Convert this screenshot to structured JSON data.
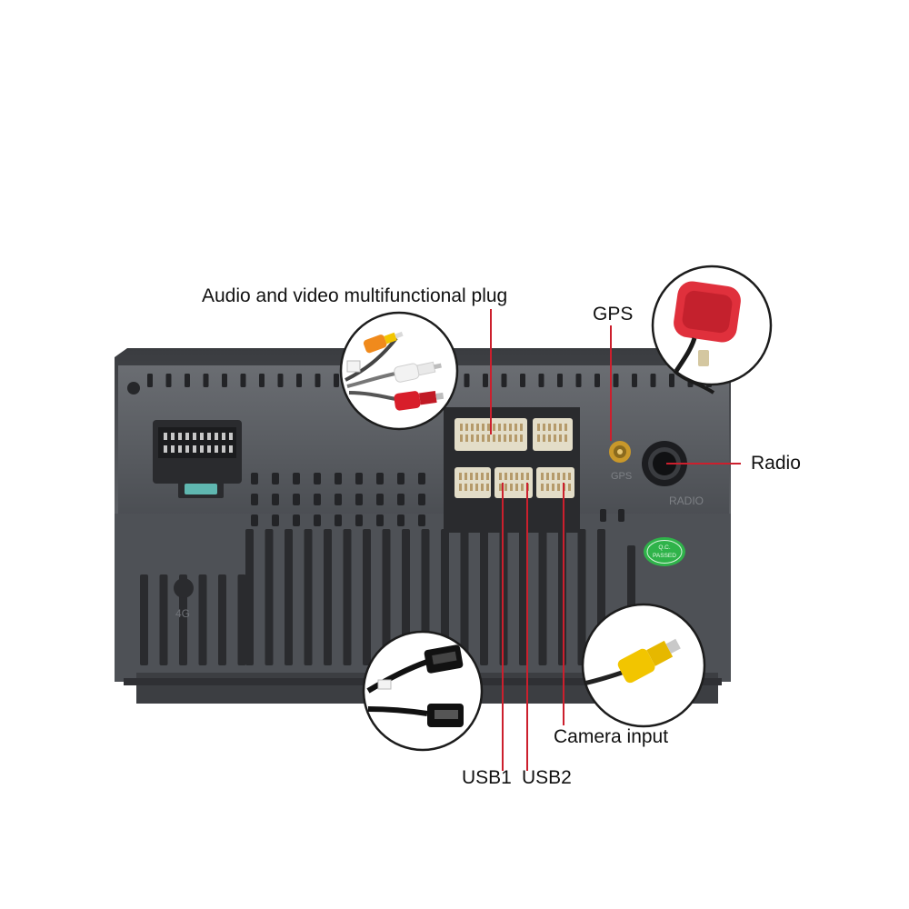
{
  "labels": {
    "av_plug": "Audio and video multifunctional plug",
    "gps": "GPS",
    "radio": "Radio",
    "camera": "Camera input",
    "usb1": "USB1",
    "usb2": "USB2"
  },
  "unit_markings": {
    "gps_port": "GPS",
    "radio_port": "RADIO",
    "fourg_port": "4G",
    "qc_line1": "Q.C.",
    "qc_line2": "PASSED"
  },
  "colors": {
    "leader_line": "#cc1f2d",
    "chassis": "#55585d",
    "chassis_dark": "#2b2d31",
    "connector": "#e3ddc8",
    "rca_red": "#d81e2a",
    "rca_white": "#f2f2f2",
    "rca_yellow": "#f2c500",
    "rca_orange": "#f08a1c",
    "qc_sticker": "#2fb34a",
    "gps_pad": "#e0303c",
    "gold": "#c9982a"
  }
}
